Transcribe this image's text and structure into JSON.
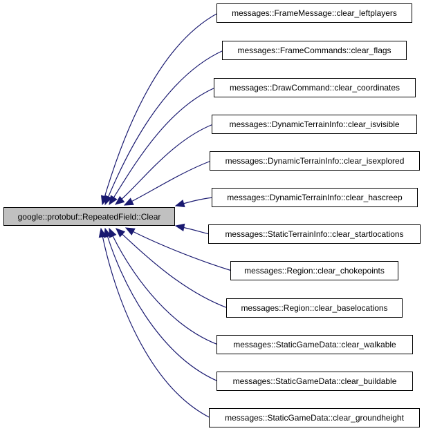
{
  "root": {
    "label": "google::protobuf::RepeatedField::Clear"
  },
  "callers": [
    {
      "label": "messages::FrameMessage::clear_leftplayers"
    },
    {
      "label": "messages::FrameCommands::clear_flags"
    },
    {
      "label": "messages::DrawCommand::clear_coordinates"
    },
    {
      "label": "messages::DynamicTerrainInfo::clear_isvisible"
    },
    {
      "label": "messages::DynamicTerrainInfo::clear_isexplored"
    },
    {
      "label": "messages::DynamicTerrainInfo::clear_hascreep"
    },
    {
      "label": "messages::StaticTerrainInfo::clear_startlocations"
    },
    {
      "label": "messages::Region::clear_chokepoints"
    },
    {
      "label": "messages::Region::clear_baselocations"
    },
    {
      "label": "messages::StaticGameData::clear_walkable"
    },
    {
      "label": "messages::StaticGameData::clear_buildable"
    },
    {
      "label": "messages::StaticGameData::clear_groundheight"
    }
  ],
  "colors": {
    "edge": "#191970",
    "root_fill": "#c0c0c0",
    "node_fill": "#ffffff"
  }
}
